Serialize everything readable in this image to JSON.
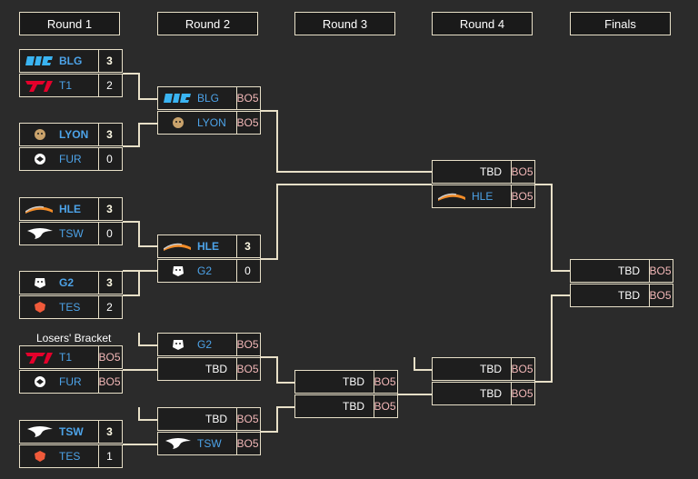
{
  "rounds": [
    "Round 1",
    "Round 2",
    "Round 3",
    "Round 4",
    "Finals"
  ],
  "losers_label": "Losers' Bracket",
  "colors": {
    "background": "#2b2b2b",
    "border": "#e8e0c8",
    "team_name": "#4da3e8",
    "bo5": "#f2b7b7"
  },
  "round1": {
    "m1": [
      {
        "team": "BLG",
        "score": "3",
        "logo": "blg-logo"
      },
      {
        "team": "T1",
        "score": "2",
        "logo": "t1-logo"
      }
    ],
    "m2": [
      {
        "team": "LYON",
        "score": "3",
        "logo": "lyon-logo"
      },
      {
        "team": "FUR",
        "score": "0",
        "logo": "fur-logo"
      }
    ],
    "m3": [
      {
        "team": "HLE",
        "score": "3",
        "logo": "hle-logo"
      },
      {
        "team": "TSW",
        "score": "0",
        "logo": "tsw-logo"
      }
    ],
    "m4": [
      {
        "team": "G2",
        "score": "3",
        "logo": "g2-logo"
      },
      {
        "team": "TES",
        "score": "2",
        "logo": "tes-logo"
      }
    ],
    "lb1": [
      {
        "team": "T1",
        "score": "BO5",
        "logo": "t1-logo"
      },
      {
        "team": "FUR",
        "score": "BO5",
        "logo": "fur-logo"
      }
    ],
    "lb2": [
      {
        "team": "TSW",
        "score": "3",
        "logo": "tsw-logo"
      },
      {
        "team": "TES",
        "score": "1",
        "logo": "tes-logo"
      }
    ]
  },
  "round2": {
    "m1": [
      {
        "team": "BLG",
        "score": "BO5",
        "logo": "blg-logo"
      },
      {
        "team": "LYON",
        "score": "BO5",
        "logo": "lyon-logo"
      }
    ],
    "m2": [
      {
        "team": "HLE",
        "score": "3",
        "logo": "hle-logo"
      },
      {
        "team": "G2",
        "score": "0",
        "logo": "g2-logo"
      }
    ],
    "lb1": [
      {
        "team": "G2",
        "score": "BO5",
        "logo": "g2-logo"
      },
      {
        "team": "TBD",
        "score": "BO5"
      }
    ],
    "lb2": [
      {
        "team": "TBD",
        "score": "BO5"
      },
      {
        "team": "TSW",
        "score": "BO5",
        "logo": "tsw-logo"
      }
    ]
  },
  "round3": {
    "lb": [
      {
        "team": "TBD",
        "score": "BO5"
      },
      {
        "team": "TBD",
        "score": "BO5"
      }
    ]
  },
  "round4": {
    "m1": [
      {
        "team": "TBD",
        "score": "BO5"
      },
      {
        "team": "HLE",
        "score": "BO5",
        "logo": "hle-logo"
      }
    ],
    "lb": [
      {
        "team": "TBD",
        "score": "BO5"
      },
      {
        "team": "TBD",
        "score": "BO5"
      }
    ]
  },
  "finals": [
    {
      "team": "TBD",
      "score": "BO5"
    },
    {
      "team": "TBD",
      "score": "BO5"
    }
  ]
}
